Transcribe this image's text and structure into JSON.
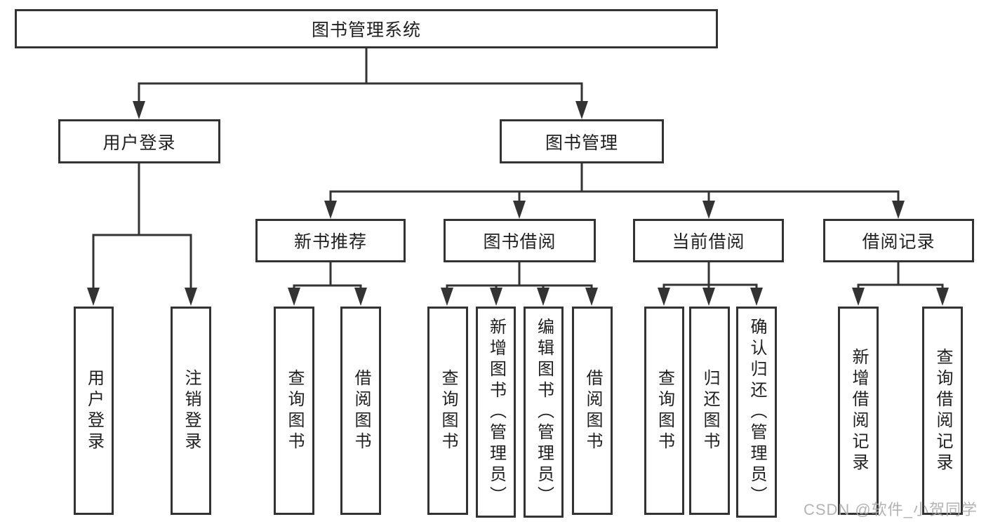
{
  "diagram_type": "function-structure-tree",
  "colors": {
    "line": "#333333",
    "text": "#1f1f1f",
    "watermark": "#ababab",
    "background": "#ffffff"
  },
  "root": {
    "label": "图书管理系统"
  },
  "branches": [
    {
      "label": "用户登录",
      "children": [
        {
          "label": "用户登录"
        },
        {
          "label": "注销登录"
        }
      ]
    },
    {
      "label": "图书管理",
      "children": [
        {
          "label": "新书推荐",
          "children": [
            {
              "label": "查询图书"
            },
            {
              "label": "借阅图书"
            }
          ]
        },
        {
          "label": "图书借阅",
          "children": [
            {
              "label": "查询图书"
            },
            {
              "label": "新增图书（管理员）"
            },
            {
              "label": "编辑图书（管理员）"
            },
            {
              "label": "借阅图书"
            }
          ]
        },
        {
          "label": "当前借阅",
          "children": [
            {
              "label": "查询图书"
            },
            {
              "label": "归还图书"
            },
            {
              "label": "确认归还（管理员）"
            }
          ]
        },
        {
          "label": "借阅记录",
          "children": [
            {
              "label": "新增借阅记录"
            },
            {
              "label": "查询借阅记录"
            }
          ]
        }
      ]
    }
  ],
  "watermark": {
    "text": "CSDN @软件_小贺同学"
  }
}
